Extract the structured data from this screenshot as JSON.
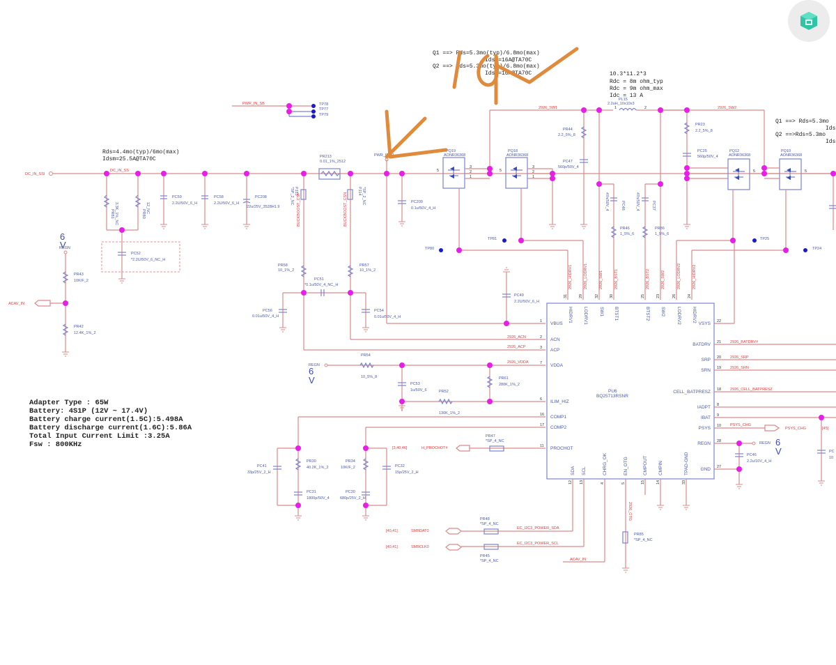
{
  "notes": {
    "input_fet": [
      "Rds=4.4mo(typ)/6mo(max)",
      "Idsm=25.5A@TA70C"
    ],
    "q_top_left": [
      "Q1 ==> Rds=5.3mo(typ)/6.8mo(max)",
      "Idsm=16A@TA70C",
      "Q2 ==> Rds=5.3mo(typ)/6.8mo(max)",
      "Idsm=16A@TA70C"
    ],
    "q_top_right": [
      "Q1 ==> Rds=5.3mo",
      "Ids",
      "Q2 ==>Rds=5.3mo",
      "Ids"
    ],
    "inductor": [
      "10.3*11.2*3",
      "Rdc = 8m ohm_typ",
      "Rdc = 9m ohm_max",
      "Idc = 13 A"
    ],
    "summary": [
      "Adapter Type : 65W",
      "Battery: 4S1P (12V ~ 17.4V)",
      "Battery charge current(1.5C):5.498A",
      "Battery discharge current(1.6C):5.86A",
      "Total Input Current Limit :3.25A",
      "Fsw : 800KHz"
    ]
  },
  "annotation": {
    "handwritten_text": "19V",
    "color": "#e08a3c"
  },
  "nets": {
    "dc_in_ssi": "DC_IN_SSI",
    "dc_in_ss": "DC_IN_SS",
    "pwr_in_sb": "PWR_IN_SB",
    "pwr_in": "PWR_IN_R",
    "sw1": "2926_SW1",
    "sw2": "2926_SW2",
    "hidrv1": "2926_HIDRV1",
    "lodrv1": "2926_LODRV1",
    "sw1b": "2926_SW1",
    "bst1": "2926_BST1",
    "bst2": "2926_BST2",
    "sw2b": "2926_SW2",
    "lodrv2": "2926_LODRV2",
    "hidrv2": "2926_HIDRV2",
    "csp": "BUCKBOOST_CSP",
    "csn": "BUCKBOOST_CSN",
    "acn": "2926_ACN",
    "acp": "2926_ACP",
    "vdda": "2926_VDDA",
    "batdrv": "2926_BATDRV#",
    "srp": "2926_SRP",
    "srn": "2926_SRN",
    "cell": "2926_CELL_BATPRESZ",
    "psys": "PSYS_CHG",
    "psys_ref": "[45]",
    "prochot": "H_PROCHOT#",
    "prochot_ref": "[3,40,46]",
    "smbdat": "SMBDAT0",
    "smbclk": "SMBCLK0",
    "smb_ref1": "[40,41]",
    "smb_ref2": "[40,41]",
    "sda": "EC_I2C3_POWER_SDA",
    "scl": "EC_I2C3_POWER_SCL",
    "acav_in": "ACAV_IN",
    "acav_in2": "ACAV_IN",
    "regn": "REGN",
    "regn2": "REGN",
    "regn3": "REGN",
    "en_otg": "2926_OTG",
    "six_v": "6",
    "v": "V"
  },
  "parts": {
    "pr81": [
      "PR81",
      "3.3K_1%_NC"
    ],
    "pr80": [
      "PR80",
      "12_NC"
    ],
    "pc59": [
      "PC59",
      "2.2U/50V_6_H"
    ],
    "pc58": [
      "PC58",
      "2.2U/50V_6_H"
    ],
    "pc208b": [
      "PC208",
      "22u/25V_3528H1.9"
    ],
    "pc52": [
      "PC52",
      "*2.2U/50V_6_NC_H"
    ],
    "pr43": [
      "PR43",
      "10K/F_2"
    ],
    "pr42": [
      "PR42",
      "12.4K_1%_2"
    ],
    "pr213": [
      "PR213",
      "0.01_1%_2512"
    ],
    "pj13": [
      "PJ13",
      "*SP_2_NC"
    ],
    "pj14": [
      "PJ14",
      "*SP_2_NC"
    ],
    "pc209": [
      "PC209",
      "0.1u/50V_4_H"
    ],
    "pq19": [
      "PQ19",
      "AONR36368"
    ],
    "pq18": [
      "PQ18",
      "AONR36368"
    ],
    "pq12": [
      "PQ12",
      "AONR36368"
    ],
    "pq10": [
      "PQ10",
      "AONR36368"
    ],
    "pl15": [
      "PL15",
      "2.2uH_10x10x3"
    ],
    "pr44": [
      "PR44",
      "2.2_5%_8"
    ],
    "pc47": [
      "PC47",
      "560p/50V_4"
    ],
    "pr23": [
      "PR23",
      "2.2_5%_8"
    ],
    "pc25": [
      "PC25",
      "560p/50V_4"
    ],
    "pc48": [
      "PC48",
      "47n/50V_4"
    ],
    "pc37": [
      "PC37",
      "47n/50V_4"
    ],
    "pr46": [
      "PR46",
      "1_5%_6"
    ],
    "pr86": [
      "PR86",
      "1_5%_6"
    ],
    "pr58": [
      "PR58",
      "10_1%_2"
    ],
    "pr57": [
      "PR57",
      "10_1%_2"
    ],
    "pc51": [
      "PC51",
      "*0.1u/50V_4_NC_H"
    ],
    "pc56": [
      "PC56",
      "0.01u/50V_4_H"
    ],
    "pc54": [
      "PC54",
      "0.01u/50V_4_H"
    ],
    "pc49": [
      "PC49",
      "2.2U/50V_6_H"
    ],
    "pr54": [
      "PR54",
      "10_5%_8"
    ],
    "pc53": [
      "PC53",
      "1u/50V_6"
    ],
    "pr52": [
      "PR52",
      "130K_1%_2"
    ],
    "pr61": [
      "PR61",
      "280K_1%_2"
    ],
    "pc41": [
      "PC41",
      "33p/25V_2_H"
    ],
    "pr30": [
      "PR30",
      "40.2K_1%_2"
    ],
    "pc31": [
      "PC31",
      "1800p/50V_4"
    ],
    "pr34": [
      "PR34",
      "10K/F_2"
    ],
    "pc30": [
      "PC30",
      "680p/25V_2_H"
    ],
    "pc32": [
      "PC32",
      "15p/25V_2_H"
    ],
    "pr47": [
      "PR47",
      "*SP_4_NC"
    ],
    "pr48": [
      "PR48",
      "*SP_4_NC"
    ],
    "pr45": [
      "PR45",
      "*SP_4_NC"
    ],
    "pr85": [
      "PR85",
      "*SP_4_NC"
    ],
    "pc46": [
      "PC46",
      "2.2u/10V_4_H"
    ],
    "pc_right": [
      "PC",
      "10"
    ]
  },
  "test_points": [
    "TP78",
    "TP77",
    "TP79",
    "TP80",
    "TP81",
    "TP25",
    "TP24"
  ],
  "ic": {
    "ref": "PU6",
    "part": "BQ25713RSNR",
    "left_pins": [
      {
        "num": "1",
        "name": "VBUS"
      },
      {
        "num": "2",
        "name": "ACN"
      },
      {
        "num": "3",
        "name": "ACP"
      },
      {
        "num": "7",
        "name": "VDDA"
      },
      {
        "num": "6",
        "name": "ILIM_HIZ"
      },
      {
        "num": "16",
        "name": "COMP1"
      },
      {
        "num": "17",
        "name": "COMP2"
      },
      {
        "num": "11",
        "name": "PROCHOT"
      }
    ],
    "top_pins": [
      {
        "num": "31",
        "name": "HIDRV1"
      },
      {
        "num": "29",
        "name": "LODRV1"
      },
      {
        "num": "32",
        "name": "SW1"
      },
      {
        "num": "30",
        "name": "BTST1"
      },
      {
        "num": "25",
        "name": "BTST2"
      },
      {
        "num": "23",
        "name": "SW2"
      },
      {
        "num": "26",
        "name": "LODRV2"
      },
      {
        "num": "24",
        "name": "HIDRV2"
      }
    ],
    "right_pins": [
      {
        "num": "22",
        "name": "VSYS"
      },
      {
        "num": "21",
        "name": "BATDRV"
      },
      {
        "num": "20",
        "name": "SRP"
      },
      {
        "num": "19",
        "name": "SRN"
      },
      {
        "num": "18",
        "name": "CELL_BATPRESZ"
      },
      {
        "num": "8",
        "name": "IADPT"
      },
      {
        "num": "9",
        "name": "IBAT"
      },
      {
        "num": "10",
        "name": "PSYS"
      },
      {
        "num": "28",
        "name": "REGN"
      },
      {
        "num": "27",
        "name": "GND"
      }
    ],
    "bottom_pins": [
      {
        "num": "12",
        "name": "SDA"
      },
      {
        "num": "13",
        "name": "SCL"
      },
      {
        "num": "4",
        "name": "CHRG_OK"
      },
      {
        "num": "5",
        "name": "EN_OTG"
      },
      {
        "num": "15",
        "name": "CMPOUT"
      },
      {
        "num": "14",
        "name": "CMPIN"
      },
      {
        "num": "33",
        "name": "TPAD-GND"
      }
    ]
  },
  "app_button": {
    "icon": "cube-icon",
    "accent": "#2ec4a6"
  }
}
